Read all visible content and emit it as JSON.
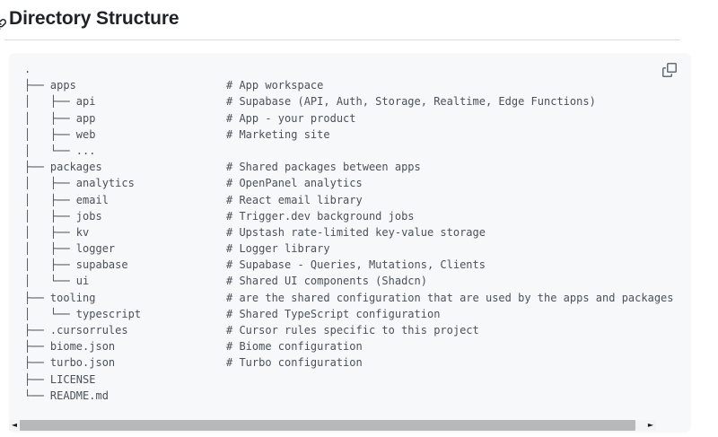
{
  "header": {
    "title": "Directory Structure"
  },
  "code_block": {
    "lines": [
      {
        "tree": ".",
        "comment": ""
      },
      {
        "tree": "├── apps",
        "comment": "# App workspace"
      },
      {
        "tree": "│   ├── api",
        "comment": "# Supabase (API, Auth, Storage, Realtime, Edge Functions)"
      },
      {
        "tree": "│   ├── app",
        "comment": "# App - your product"
      },
      {
        "tree": "│   ├── web",
        "comment": "# Marketing site"
      },
      {
        "tree": "│   └── ...",
        "comment": ""
      },
      {
        "tree": "├── packages",
        "comment": "# Shared packages between apps"
      },
      {
        "tree": "│   ├── analytics",
        "comment": "# OpenPanel analytics"
      },
      {
        "tree": "│   ├── email",
        "comment": "# React email library"
      },
      {
        "tree": "│   ├── jobs",
        "comment": "# Trigger.dev background jobs"
      },
      {
        "tree": "│   ├── kv",
        "comment": "# Upstash rate-limited key-value storage"
      },
      {
        "tree": "│   ├── logger",
        "comment": "# Logger library"
      },
      {
        "tree": "│   ├── supabase",
        "comment": "# Supabase - Queries, Mutations, Clients"
      },
      {
        "tree": "│   └── ui",
        "comment": "# Shared UI components (Shadcn)"
      },
      {
        "tree": "├── tooling",
        "comment": "# are the shared configuration that are used by the apps and packages"
      },
      {
        "tree": "│   └── typescript",
        "comment": "# Shared TypeScript configuration"
      },
      {
        "tree": "├── .cursorrules",
        "comment": "# Cursor rules specific to this project"
      },
      {
        "tree": "├── biome.json",
        "comment": "# Biome configuration"
      },
      {
        "tree": "├── turbo.json",
        "comment": "# Turbo configuration"
      },
      {
        "tree": "├── LICENSE",
        "comment": ""
      },
      {
        "tree": "└── README.md",
        "comment": ""
      }
    ]
  },
  "icons": {
    "heading_anchor": "link-icon",
    "copy": "copy-icon",
    "scroll_left": "◄",
    "scroll_right": "►"
  },
  "colors": {
    "heading-text": "#1f2328",
    "divider": "#d8dee4",
    "code-bg": "#f6f8fa",
    "code-text": "#4b5158",
    "icon-muted": "#636c76",
    "scroll-track": "#f3f4f6",
    "scroll-thumb": "#b6b8ba",
    "scroll-arrow": "#1c1c1c"
  }
}
